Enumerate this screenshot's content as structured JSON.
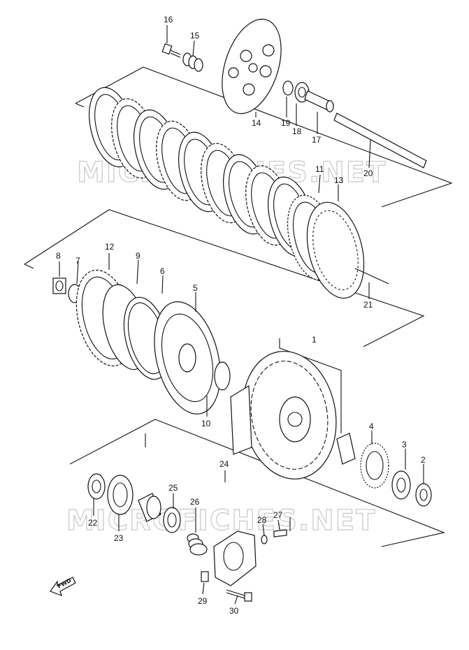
{
  "watermark": "MICROFICHES.NET",
  "fwd_label": "FWD",
  "labels": {
    "p1": "1",
    "p2": "2",
    "p3": "3",
    "p4": "4",
    "p5": "5",
    "p6": "6",
    "p7": "7",
    "p8": "8",
    "p9": "9",
    "p10": "10",
    "p11": "11",
    "p12": "12",
    "p13": "13",
    "p14": "14",
    "p15": "15",
    "p16": "16",
    "p17": "17",
    "p18": "18",
    "p19": "19",
    "p20": "20",
    "p21": "21",
    "p22": "22",
    "p23": "23",
    "p24": "24",
    "p25": "25",
    "p26": "26",
    "p27": "27",
    "p28": "28",
    "p29": "29",
    "p30": "30"
  }
}
